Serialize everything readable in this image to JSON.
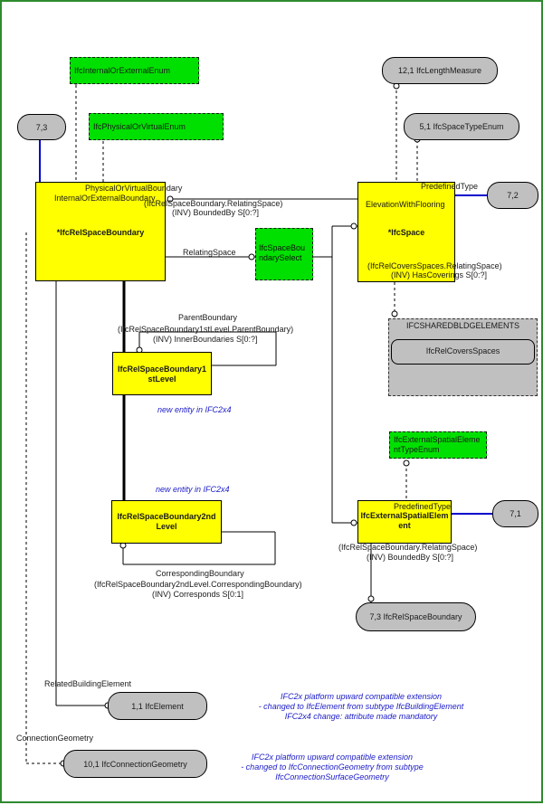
{
  "diagram": {
    "entities": {
      "space_boundary": "*IfcRelSpaceBoundary",
      "space": "*IfcSpace",
      "boundary_1st": "IfcRelSpaceBoundary1stLevel",
      "boundary_2nd": "IfcRelSpaceBoundary2ndLevel",
      "external_element": "IfcExternalSpatialElement"
    },
    "selects": {
      "space_boundary_select": "IfcSpaceBoundarySelect"
    },
    "enums": {
      "internal_or_external": "IfcInternalOrExternalEnum",
      "physical_or_virtual": "IfcPhysicalOrVirtualEnum",
      "external_spatial_element_type": "IfcExternalSpatialElementTypeEnum"
    },
    "references": {
      "ref_7_3_top": "7,3",
      "length_measure": "12,1 IfcLengthMeasure",
      "space_type_enum": "5,1 IfcSpaceTypeEnum",
      "ref_7_2": "7,2",
      "ref_7_1": "7,1",
      "ref_7_3_boundary": "7,3 IfcRelSpaceBoundary",
      "element": "1,1 IfcElement",
      "connection_geometry": "10,1 IfcConnectionGeometry"
    },
    "shared_box": {
      "header": "IFCSHAREDBLDGELEMENTS",
      "item": "IfcRelCoversSpaces"
    },
    "labels": {
      "physical_or_virtual_boundary": "PhysicalOrVirtualBoundary",
      "internal_or_external_boundary": "InternalOrExternalBoundary",
      "relating_space_inverse_1": "(IfcRelSpaceBoundary.RelatingSpace)",
      "relating_space_inverse_2": "(INV) BoundedBy S[0:?]",
      "elevation_with_flooring": "ElevationWithFlooring",
      "predefined_type_space": "PredefinedType",
      "relating_space": "RelatingSpace",
      "covers_spaces_1": "(IfcRelCoversSpaces.RelatingSpace)",
      "covers_spaces_2": "(INV) HasCoverings S[0:?]",
      "parent_boundary": "ParentBoundary",
      "parent_boundary_inv_1": "(IfcRelSpaceBoundary1stLevel.ParentBoundary)",
      "parent_boundary_inv_2": "(INV) InnerBoundaries S[0:?]",
      "predefined_type_ext": "PredefinedType",
      "ext_relating_space_1": "(IfcRelSpaceBoundary.RelatingSpace)",
      "ext_relating_space_2": "(INV) BoundedBy S[0:?]",
      "corresponding_boundary": "CorrespondingBoundary",
      "corresponding_inv_1": "(IfcRelSpaceBoundary2ndLevel.CorrespondingBoundary)",
      "corresponding_inv_2": "(INV) Corresponds S[0:1]",
      "related_building_element": "RelatedBuildingElement",
      "connection_geometry": "ConnectionGeometry"
    },
    "notes": {
      "new_entity_1": "new entity in IFC2x4",
      "new_entity_2": "new entity in IFC2x4",
      "element_note_1": "IFC2x platform upward compatible extension",
      "element_note_2": "- changed to IfcElement from subtype IfcBuildingElement",
      "element_note_3": "IFC2x4 change: attribute made mandatory",
      "geometry_note_1": "IFC2x platform upward compatible extension",
      "geometry_note_2": "- changed to IfcConnectionGeometry from subtype",
      "geometry_note_3": "IfcConnectionSurfaceGeometry"
    },
    "colors": {
      "entity": "#ffff00",
      "type": "#00e000",
      "reference": "#c0c0c0",
      "link_blue": "#0000cc",
      "note_text": "#1a1ac8"
    }
  }
}
